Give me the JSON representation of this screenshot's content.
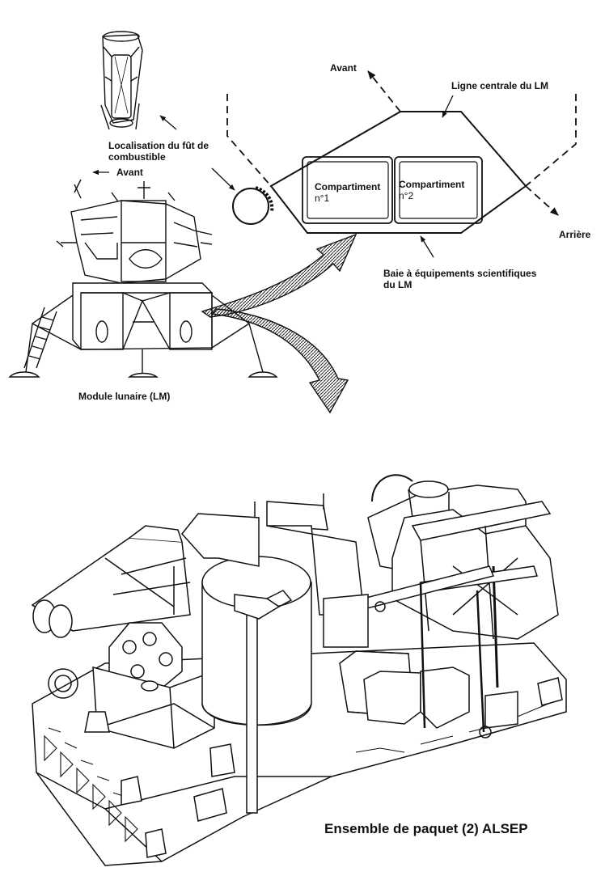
{
  "colors": {
    "ink": "#111111",
    "paper": "#ffffff",
    "shade": "#555555"
  },
  "labels": {
    "fuel_cask_location_line1": "Localisation du fût de",
    "fuel_cask_location_line2": "combustible",
    "lm_forward": "Avant",
    "lunar_module": "Module lunaire (LM)",
    "diagram_forward": "Avant",
    "lm_centerline": "Ligne centrale du LM",
    "compartment1_line1": "Compartiment",
    "compartment1_line2": "n°1",
    "compartment2_line1": "Compartiment",
    "compartment2_line2": "n°2",
    "aft": "Arrière",
    "sci_bay_line1": "Baie à équipements scientifiques",
    "sci_bay_line2": "du LM",
    "package_title": "Ensemble de paquet (2) ALSEP"
  },
  "icons": [
    "fuel-cask-icon",
    "lunar-module-icon",
    "curved-arrow-icon",
    "alsep-package-icon"
  ]
}
